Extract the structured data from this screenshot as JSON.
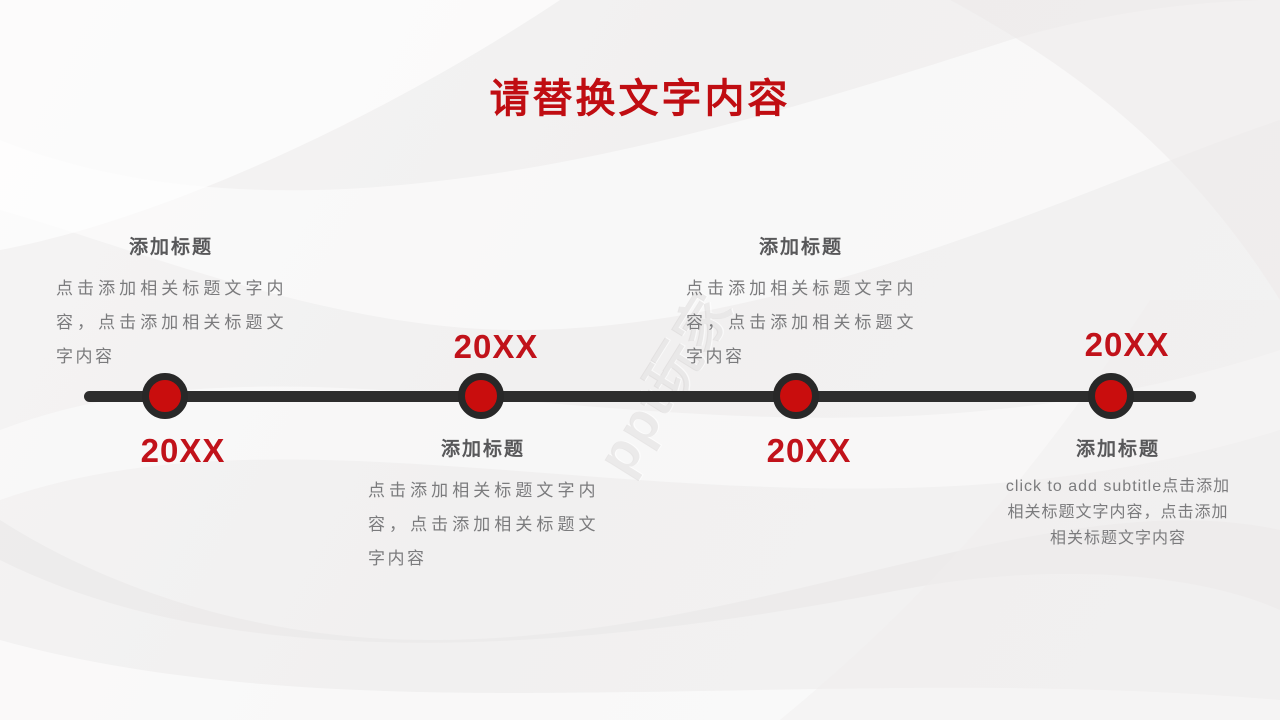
{
  "slide": {
    "title": "请替换文字内容",
    "watermark": "ppt玩家"
  },
  "colors": {
    "accent_red": "#c00d12",
    "year_red": "#c1121a",
    "dot_red": "#c90d0d",
    "ring_dark": "#282828",
    "line_dark": "#2d2d2d",
    "heading_gray": "#58585a",
    "body_gray": "#7b7b7d",
    "background": "#f2f1f1"
  },
  "timeline": {
    "nodes": [
      {
        "year": "20XX",
        "year_position": "below-line",
        "text_position": "above-line",
        "heading": "添加标题",
        "body": "点击添加相关标题文字内容，点击添加相关标题文字内容"
      },
      {
        "year": "20XX",
        "year_position": "above-line",
        "text_position": "below-line",
        "heading": "添加标题",
        "body": "点击添加相关标题文字内容，点击添加相关标题文字内容"
      },
      {
        "year": "20XX",
        "year_position": "below-line",
        "text_position": "above-line",
        "heading": "添加标题",
        "body": "点击添加相关标题文字内容，点击添加相关标题文字内容"
      },
      {
        "year": "20XX",
        "year_position": "above-line",
        "text_position": "below-line",
        "heading": "添加标题",
        "body": "click to add subtitle点击添加相关标题文字内容，点击添加相关标题文字内容"
      }
    ]
  }
}
